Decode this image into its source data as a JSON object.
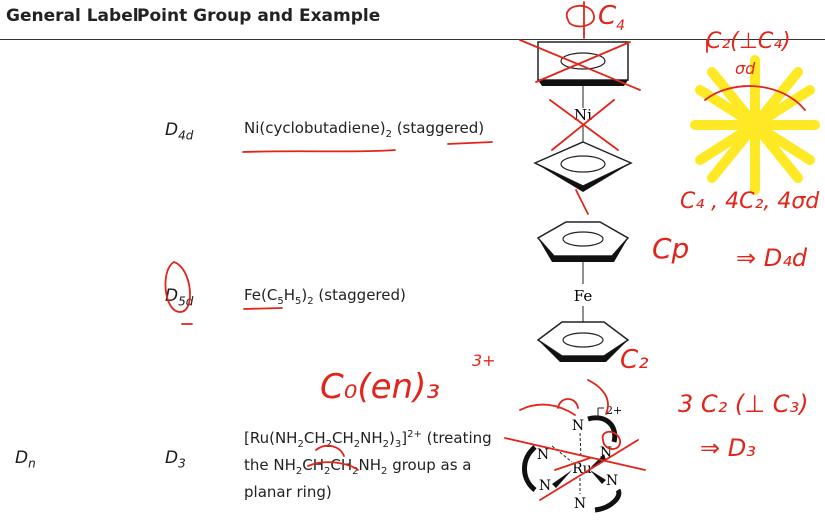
{
  "header": {
    "col1": "General Label",
    "col2": "Point Group and Example"
  },
  "rows": [
    {
      "group": {
        "main": "D",
        "sub": "4d"
      },
      "example": {
        "p1": "Ni(cyclobutadiene)",
        "s1": "2",
        "p2": " (staggered)"
      },
      "atom": "Ni"
    },
    {
      "group": {
        "main": "D",
        "sub": "5d"
      },
      "example": {
        "p1": "Fe(C",
        "s1": "5",
        "p2": "H",
        "s2": "5",
        "p3": ")",
        "s3": "2",
        "p4": " (staggered)"
      },
      "atom": "Fe"
    },
    {
      "general": {
        "main": "D",
        "sub": "n"
      },
      "group": {
        "main": "D",
        "sub": "3"
      },
      "example": {
        "line1": {
          "a": "[Ru(NH",
          "s1": "2",
          "b": "CH",
          "s2": "2",
          "c": "CH",
          "s3": "2",
          "d": "NH",
          "s4": "2",
          "e": ")",
          "s5": "3",
          "f": "]",
          "sup": "2+",
          "g": " (treating"
        },
        "line2": {
          "a": "the NH",
          "s1": "2",
          "b": "CH",
          "s2": "2",
          "c": "CH",
          "s3": "2",
          "d": "NH",
          "s4": "2",
          "e": " group as a"
        },
        "line3": "planar ring)"
      },
      "atom": "Ru",
      "ligand_atom": "N",
      "charge": "2+"
    }
  ],
  "annotations": {
    "cn_top": "C",
    "cn_top_sub": "4",
    "c2_perp": "C₂(⊥C₄)",
    "sigma_d": "σd",
    "c4_list": "C₄ , 4C₂, 4σd",
    "cp": "Cp",
    "d4d_result": "⇒ D₄d",
    "c2": "C₂",
    "three_c2": "3 C₂ (⊥ C₃)",
    "d3_result": "⇒ D₃",
    "co_en": "C₀(en)₃",
    "co_charge": "3+"
  },
  "colors": {
    "ink": "#e1251b",
    "highlight": "#ffe600",
    "text": "#1a1a1a"
  }
}
